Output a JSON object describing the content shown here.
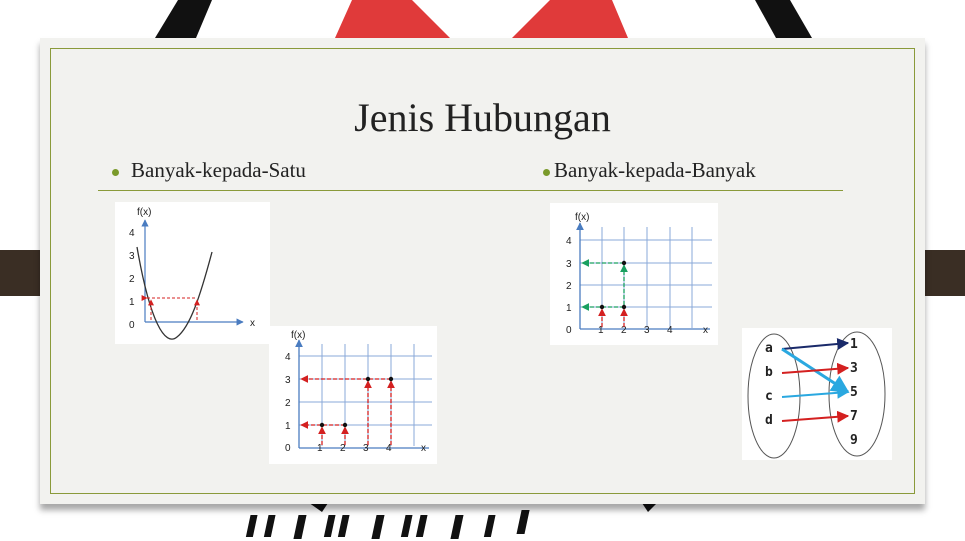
{
  "slide": {
    "title": "Jenis Hubungan",
    "bullet_left": "Banyak-kepada-Satu",
    "bullet_right": "Banyak-kepada-Banyak"
  },
  "colors": {
    "accent_line": "#8a9a3a",
    "red": "#d42020",
    "green": "#1aa060",
    "blue": "#4a7cc0"
  },
  "chart_data": [
    {
      "type": "line",
      "ylabel": "f(x)",
      "xlabel": "x",
      "y_ticks": [
        "4",
        "3",
        "2",
        "1",
        "0"
      ],
      "description_points": {
        "curve": "parabola",
        "horizontal_value": 1
      }
    },
    {
      "type": "scatter",
      "ylabel": "f(x)",
      "xlabel": "x",
      "x_ticks": [
        "0",
        "1",
        "2",
        "3",
        "4"
      ],
      "y_ticks": [
        "4",
        "3",
        "2",
        "1"
      ],
      "points": [
        {
          "x": 1,
          "y": 1
        },
        {
          "x": 2,
          "y": 1
        },
        {
          "x": 3,
          "y": 3
        },
        {
          "x": 4,
          "y": 3
        }
      ]
    },
    {
      "type": "scatter",
      "ylabel": "f(x)",
      "xlabel": "x",
      "x_ticks": [
        "0",
        "1",
        "2",
        "3",
        "4"
      ],
      "y_ticks": [
        "4",
        "3",
        "2",
        "1"
      ],
      "points": [
        {
          "x": 1,
          "y": 1
        },
        {
          "x": 2,
          "y": 1
        },
        {
          "x": 2,
          "y": 3
        }
      ]
    }
  ],
  "mapping": {
    "domain": [
      "a",
      "b",
      "c",
      "d"
    ],
    "codomain": [
      "1",
      "3",
      "5",
      "7",
      "9"
    ]
  }
}
